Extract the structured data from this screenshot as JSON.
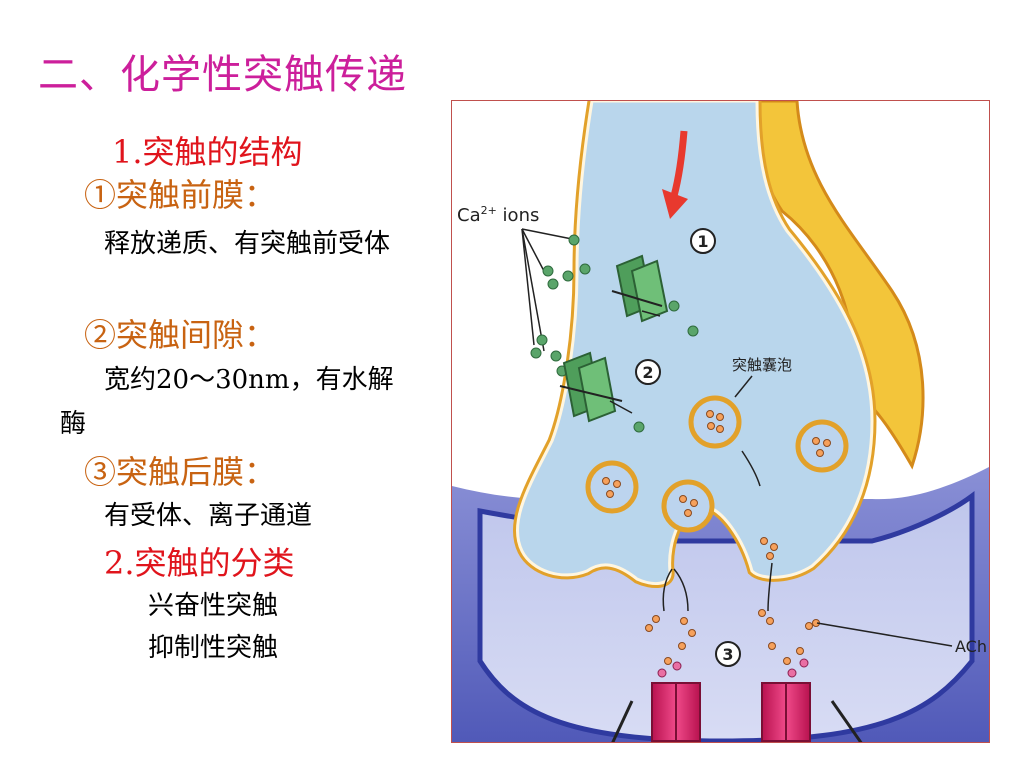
{
  "title": "二、化学性突触传递",
  "section1": {
    "heading": "1.突触的结构",
    "items": [
      {
        "label": "①突触前膜：",
        "text": "释放递质、有突触前受体"
      },
      {
        "label": "②突触间隙：",
        "text": "宽约20～30nm，有水解酶"
      },
      {
        "label": "③突触后膜：",
        "text": "有受体、离子通道"
      }
    ]
  },
  "section2": {
    "heading": "2.突触的分类",
    "types": [
      "兴奋性突触",
      "抑制性突触"
    ]
  },
  "figure": {
    "ca_label": "Ca",
    "ca_sup": "2+",
    "ca_suffix": " ions",
    "vesicle_label": "突触囊泡",
    "ach_label": "ACh",
    "step1": "1",
    "step2": "2",
    "step3": "3"
  }
}
